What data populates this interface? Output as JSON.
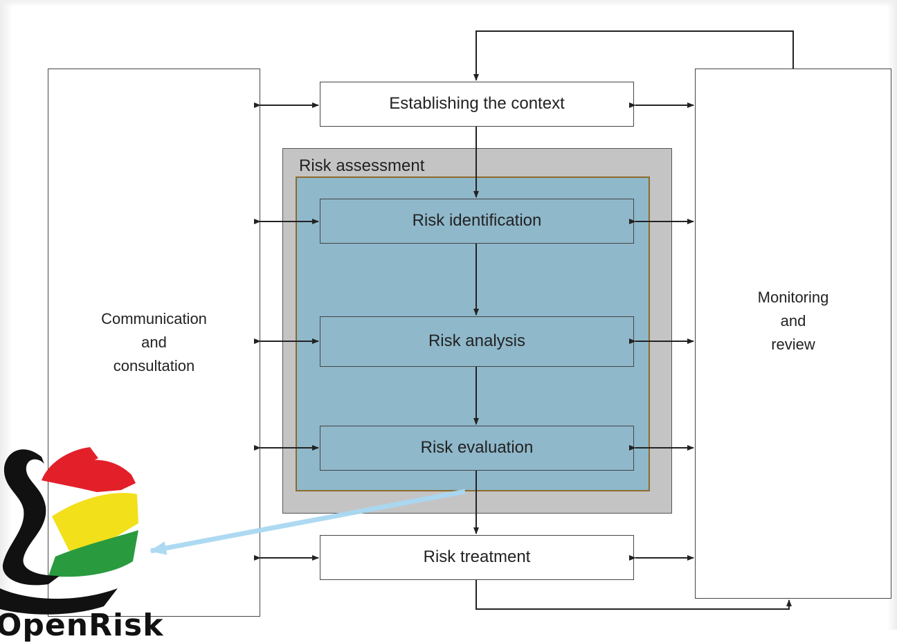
{
  "diagram": {
    "left_panel": {
      "label": "Communication\nand\nconsultation"
    },
    "right_panel": {
      "label": "Monitoring\nand\nreview"
    },
    "group": {
      "title": "Risk assessment"
    },
    "steps": {
      "context": "Establishing the context",
      "identification": "Risk identification",
      "analysis": "Risk analysis",
      "evaluation": "Risk evaluation",
      "treatment": "Risk treatment"
    }
  },
  "logo": {
    "name": "swan-logo",
    "text": "OpenRisk",
    "colors": {
      "red": "#e3202a",
      "yellow": "#f2e01b",
      "green": "#2a9a3f",
      "black": "#111111"
    }
  },
  "colors": {
    "blue_fill": "#8fb8ca",
    "gray_fill": "#c4c4c4",
    "line": "#222222",
    "highlight_arrow": "#a9d9f2"
  }
}
